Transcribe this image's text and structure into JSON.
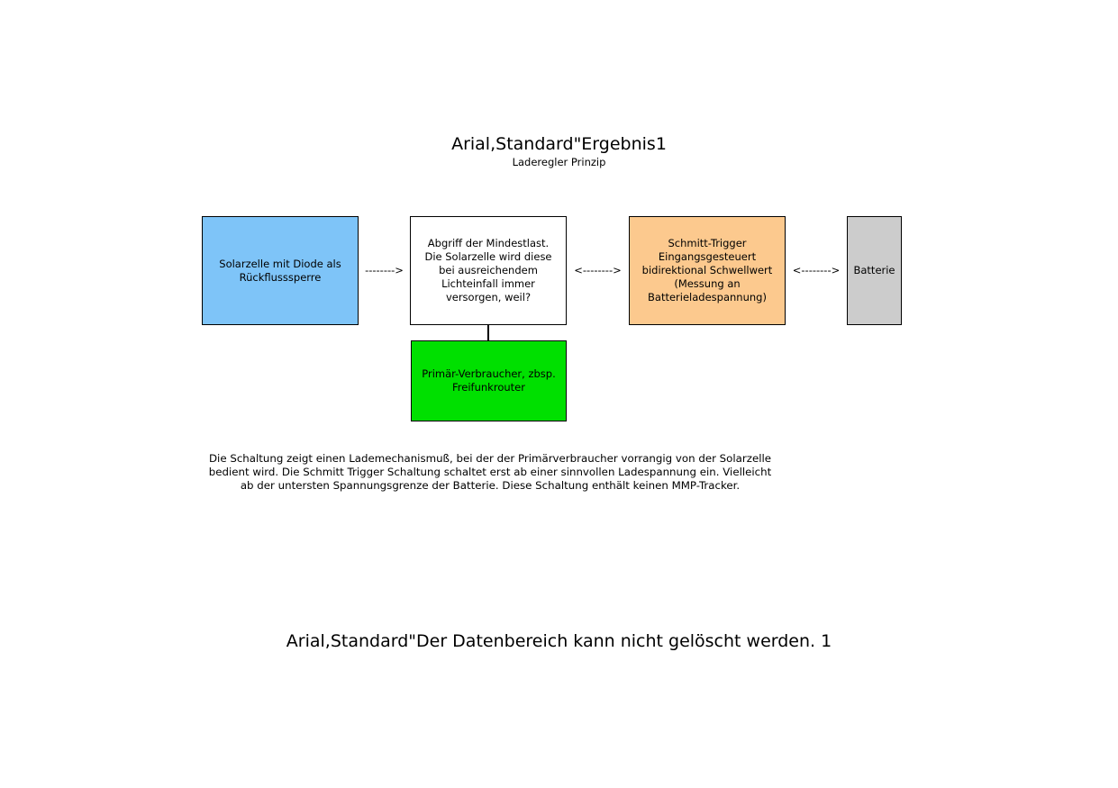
{
  "page": {
    "title": "Arial,Standard\"Ergebnis1",
    "subtitle": "Laderegler Prinzip",
    "footer_title": "Arial,Standard\"Der Datenbereich kann nicht gelöscht werden. 1"
  },
  "diagram": {
    "boxes": {
      "solar": {
        "label": "Solarzelle mit Diode als Rückflusssperre",
        "fill": "#7EC4F8",
        "text_color": "#000000"
      },
      "tap": {
        "label": "Abgriff der Mindestlast. Die Solarzelle wird diese bei ausreichendem Lichteinfall immer versorgen, weil?",
        "fill": "#FFFFFF",
        "text_color": "#000000"
      },
      "schmitt": {
        "label": "Schmitt-Trigger Eingangsgesteuert bidirektional Schwellwert (Messung an Batterieladespannung)",
        "fill": "#FCC98E",
        "text_color": "#000000"
      },
      "battery": {
        "label": "Batterie",
        "fill": "#CCCCCC",
        "text_color": "#000000"
      },
      "consumer": {
        "label": "Primär-Verbraucher, zbsp. Freifunkrouter",
        "fill": "#00E000",
        "text_color": "#000000"
      }
    },
    "arrows": {
      "solar_to_tap": "-------->",
      "tap_to_schmitt": "<-------->",
      "schmitt_to_battery": "<-------->"
    },
    "border_color": "#000000"
  },
  "description": "Die Schaltung zeigt einen Lademechanismuß, bei der der Primärverbraucher vorrangig von der Solarzelle bedient wird. Die Schmitt Trigger Schaltung schaltet erst ab einer sinnvollen Ladespannung ein. Vielleicht ab der untersten Spannungsgrenze der Batterie. Diese Schaltung enthält keinen MMP-Tracker."
}
